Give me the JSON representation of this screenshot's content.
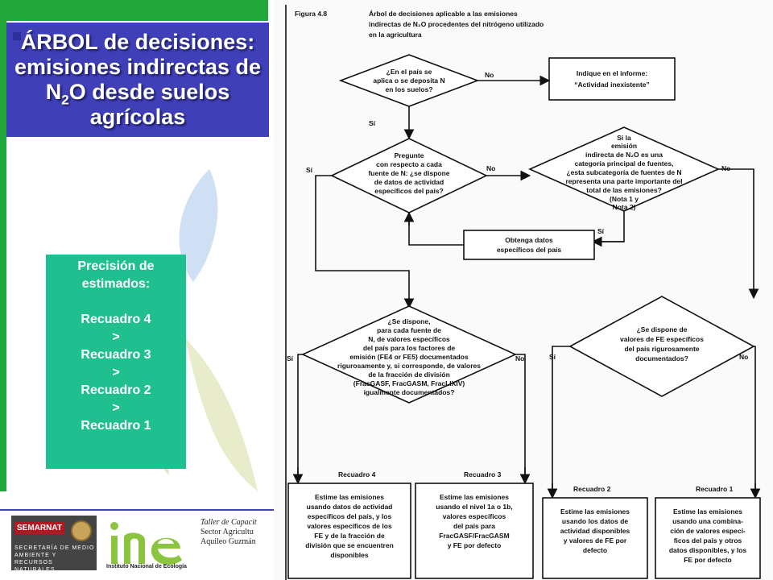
{
  "title": {
    "line1": "ÁRBOL de decisiones:",
    "line2": "emisiones indirectas de",
    "line3_pre": "N",
    "line3_sub": "2",
    "line3_post": "O desde suelos",
    "line4": "agrícolas"
  },
  "precision": {
    "heading1": "Precisión de",
    "heading2": "estimados:",
    "items": [
      "Recuadro 4",
      ">",
      "Recuadro 3",
      ">",
      "Recuadro 2",
      ">",
      "Recuadro 1"
    ]
  },
  "footer": {
    "line1": "Taller de Capacit",
    "line2": "Sector Agricultu",
    "line3": "Aquileo Guzmán",
    "semarnat_logo": "SEMARNAT",
    "semarnat_sub": "SECRETARÍA DE MEDIO AMBIENTE Y RECURSOS NATURALES",
    "ine_name": "Instituto Nacional de Ecología"
  },
  "figure": {
    "header_label": "Figura 4.8",
    "header_line1": "Árbol de decisiones aplicable a las emisiones",
    "header_line2": "indirectas de N₂O procedentes del nitrógeno utilizado",
    "header_line3": "en la agricultura",
    "d1": [
      "¿En el país se",
      "aplica o se deposita N",
      "en los suelos?"
    ],
    "d1_no": "No",
    "d1_si": "Sí",
    "inexist": [
      "Indique en el informe:",
      "“Actividad inexistente”"
    ],
    "d2": [
      "Pregunte",
      "con respecto a cada",
      "fuente de N: ¿se dispone",
      "de datos de actividad",
      "específicos del país?"
    ],
    "d2_si": "Sí",
    "d2_no": "No",
    "d3": [
      "Si la",
      "emisión",
      "indirecta de N₂O es una",
      "categoría principal de fuentes,",
      "¿esta subcategoría de fuentes de N",
      "representa una parte importante del",
      "total de las emisiones?",
      "(Nota 1 y",
      "Nota 2)"
    ],
    "d3_no": "No",
    "d3_si": "Sí",
    "obtain": [
      "Obtenga datos",
      "específicos del país"
    ],
    "d4": [
      "¿Se dispone,",
      "para cada fuente de",
      "N, de valores específicos",
      "del país para los factores de",
      "emisión (FE4 or FE5) documentados",
      "rigurosamente y, si corresponde, de valores",
      "de la fracción de  división",
      "(FracGASF, FracGASM, FracLIXIV)",
      "igualmente documentados?"
    ],
    "d4_si": "Sí",
    "d4_no": "No",
    "d5": [
      "¿Se dispone de",
      "valores de FE específicos",
      "del país rigurosamente",
      "documentados?"
    ],
    "d5_si": "Sí",
    "d5_no": "No",
    "r4_label": "Recuadro 4",
    "r3_label": "Recuadro 3",
    "r2_label": "Recuadro 2",
    "r1_label": "Recuadro 1",
    "r4": [
      "Estime las emisiones",
      "usando datos de actividad",
      "específicos del país, y los",
      "valores específicos de los",
      "FE y de la fracción de",
      "división que se encuentren",
      "disponibles"
    ],
    "r3": [
      "Estime las emisiones",
      "usando el nivel 1a o 1b,",
      "valores específicos",
      "del país para",
      "FracGASF/FracGASM",
      "y FE por defecto"
    ],
    "r2": [
      "Estime  las  emisiones",
      "usando los datos de",
      "actividad disponibles",
      "y valores de FE por",
      "defecto"
    ],
    "r1": [
      "Estime las emisiones",
      "usando una combina-",
      "ción de valores especí-",
      "ficos del país y otros",
      "datos disponibles, y los",
      "FE por defecto"
    ]
  },
  "colors": {
    "green": "#22a83a",
    "title_bg": "#3f3fb8",
    "precision_bg": "#1fbf8f"
  }
}
